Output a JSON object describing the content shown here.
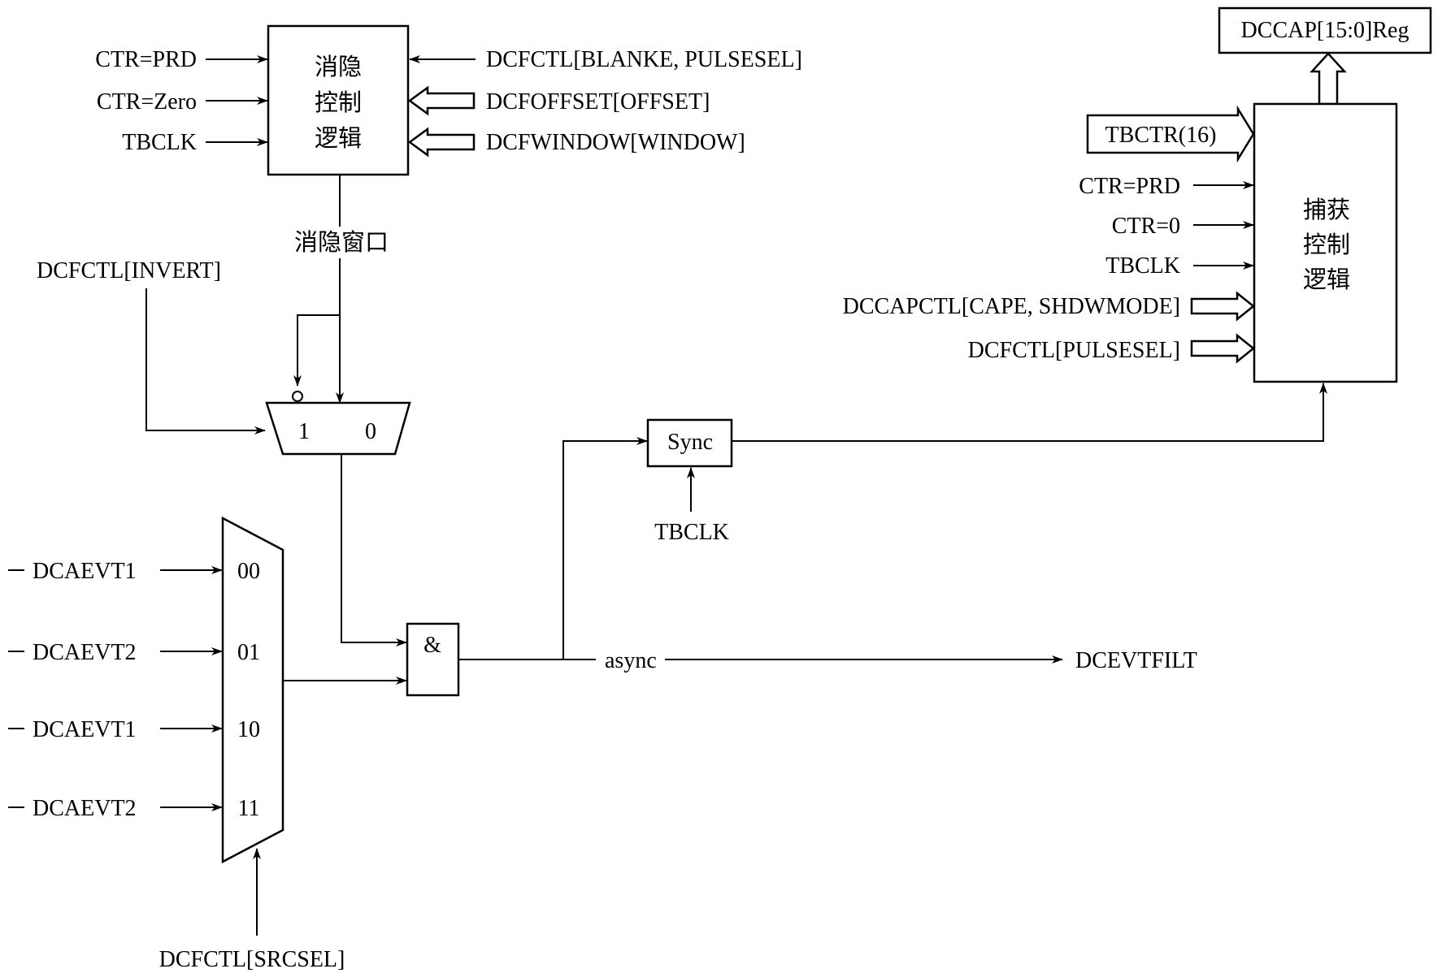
{
  "blanking_block": {
    "label_lines": [
      "消隐",
      "控制",
      "逻辑"
    ],
    "inputs_left": [
      "CTR=PRD",
      "CTR=Zero",
      "TBCLK"
    ],
    "inputs_right": [
      "DCFCTL[BLANKE, PULSESEL]",
      "DCFOFFSET[OFFSET]",
      "DCFWINDOW[WINDOW]"
    ],
    "output_label": "消隐窗口"
  },
  "invert_mux": {
    "select_label": "DCFCTL[INVERT]",
    "input_1": "1",
    "input_0": "0"
  },
  "source_mux": {
    "inputs": [
      {
        "signal": "DCAEVT1",
        "code": "00"
      },
      {
        "signal": "DCAEVT2",
        "code": "01"
      },
      {
        "signal": "DCAEVT1",
        "code": "10"
      },
      {
        "signal": "DCAEVT2",
        "code": "11"
      }
    ],
    "select_label": "DCFCTL[SRCSEL]"
  },
  "and_gate": {
    "label": "&"
  },
  "sync_block": {
    "label": "Sync",
    "clock": "TBCLK"
  },
  "async_label": "async",
  "output_label": "DCEVTFILT",
  "capture_block": {
    "label_lines": [
      "捕获",
      "控制",
      "逻辑"
    ],
    "register": "DCCAP[15:0]Reg",
    "counter_input": "TBCTR(16)",
    "inputs": [
      "CTR=PRD",
      "CTR=0",
      "TBCLK",
      "DCCAPCTL[CAPE, SHDWMODE]",
      "DCFCTL[PULSESEL]"
    ]
  }
}
